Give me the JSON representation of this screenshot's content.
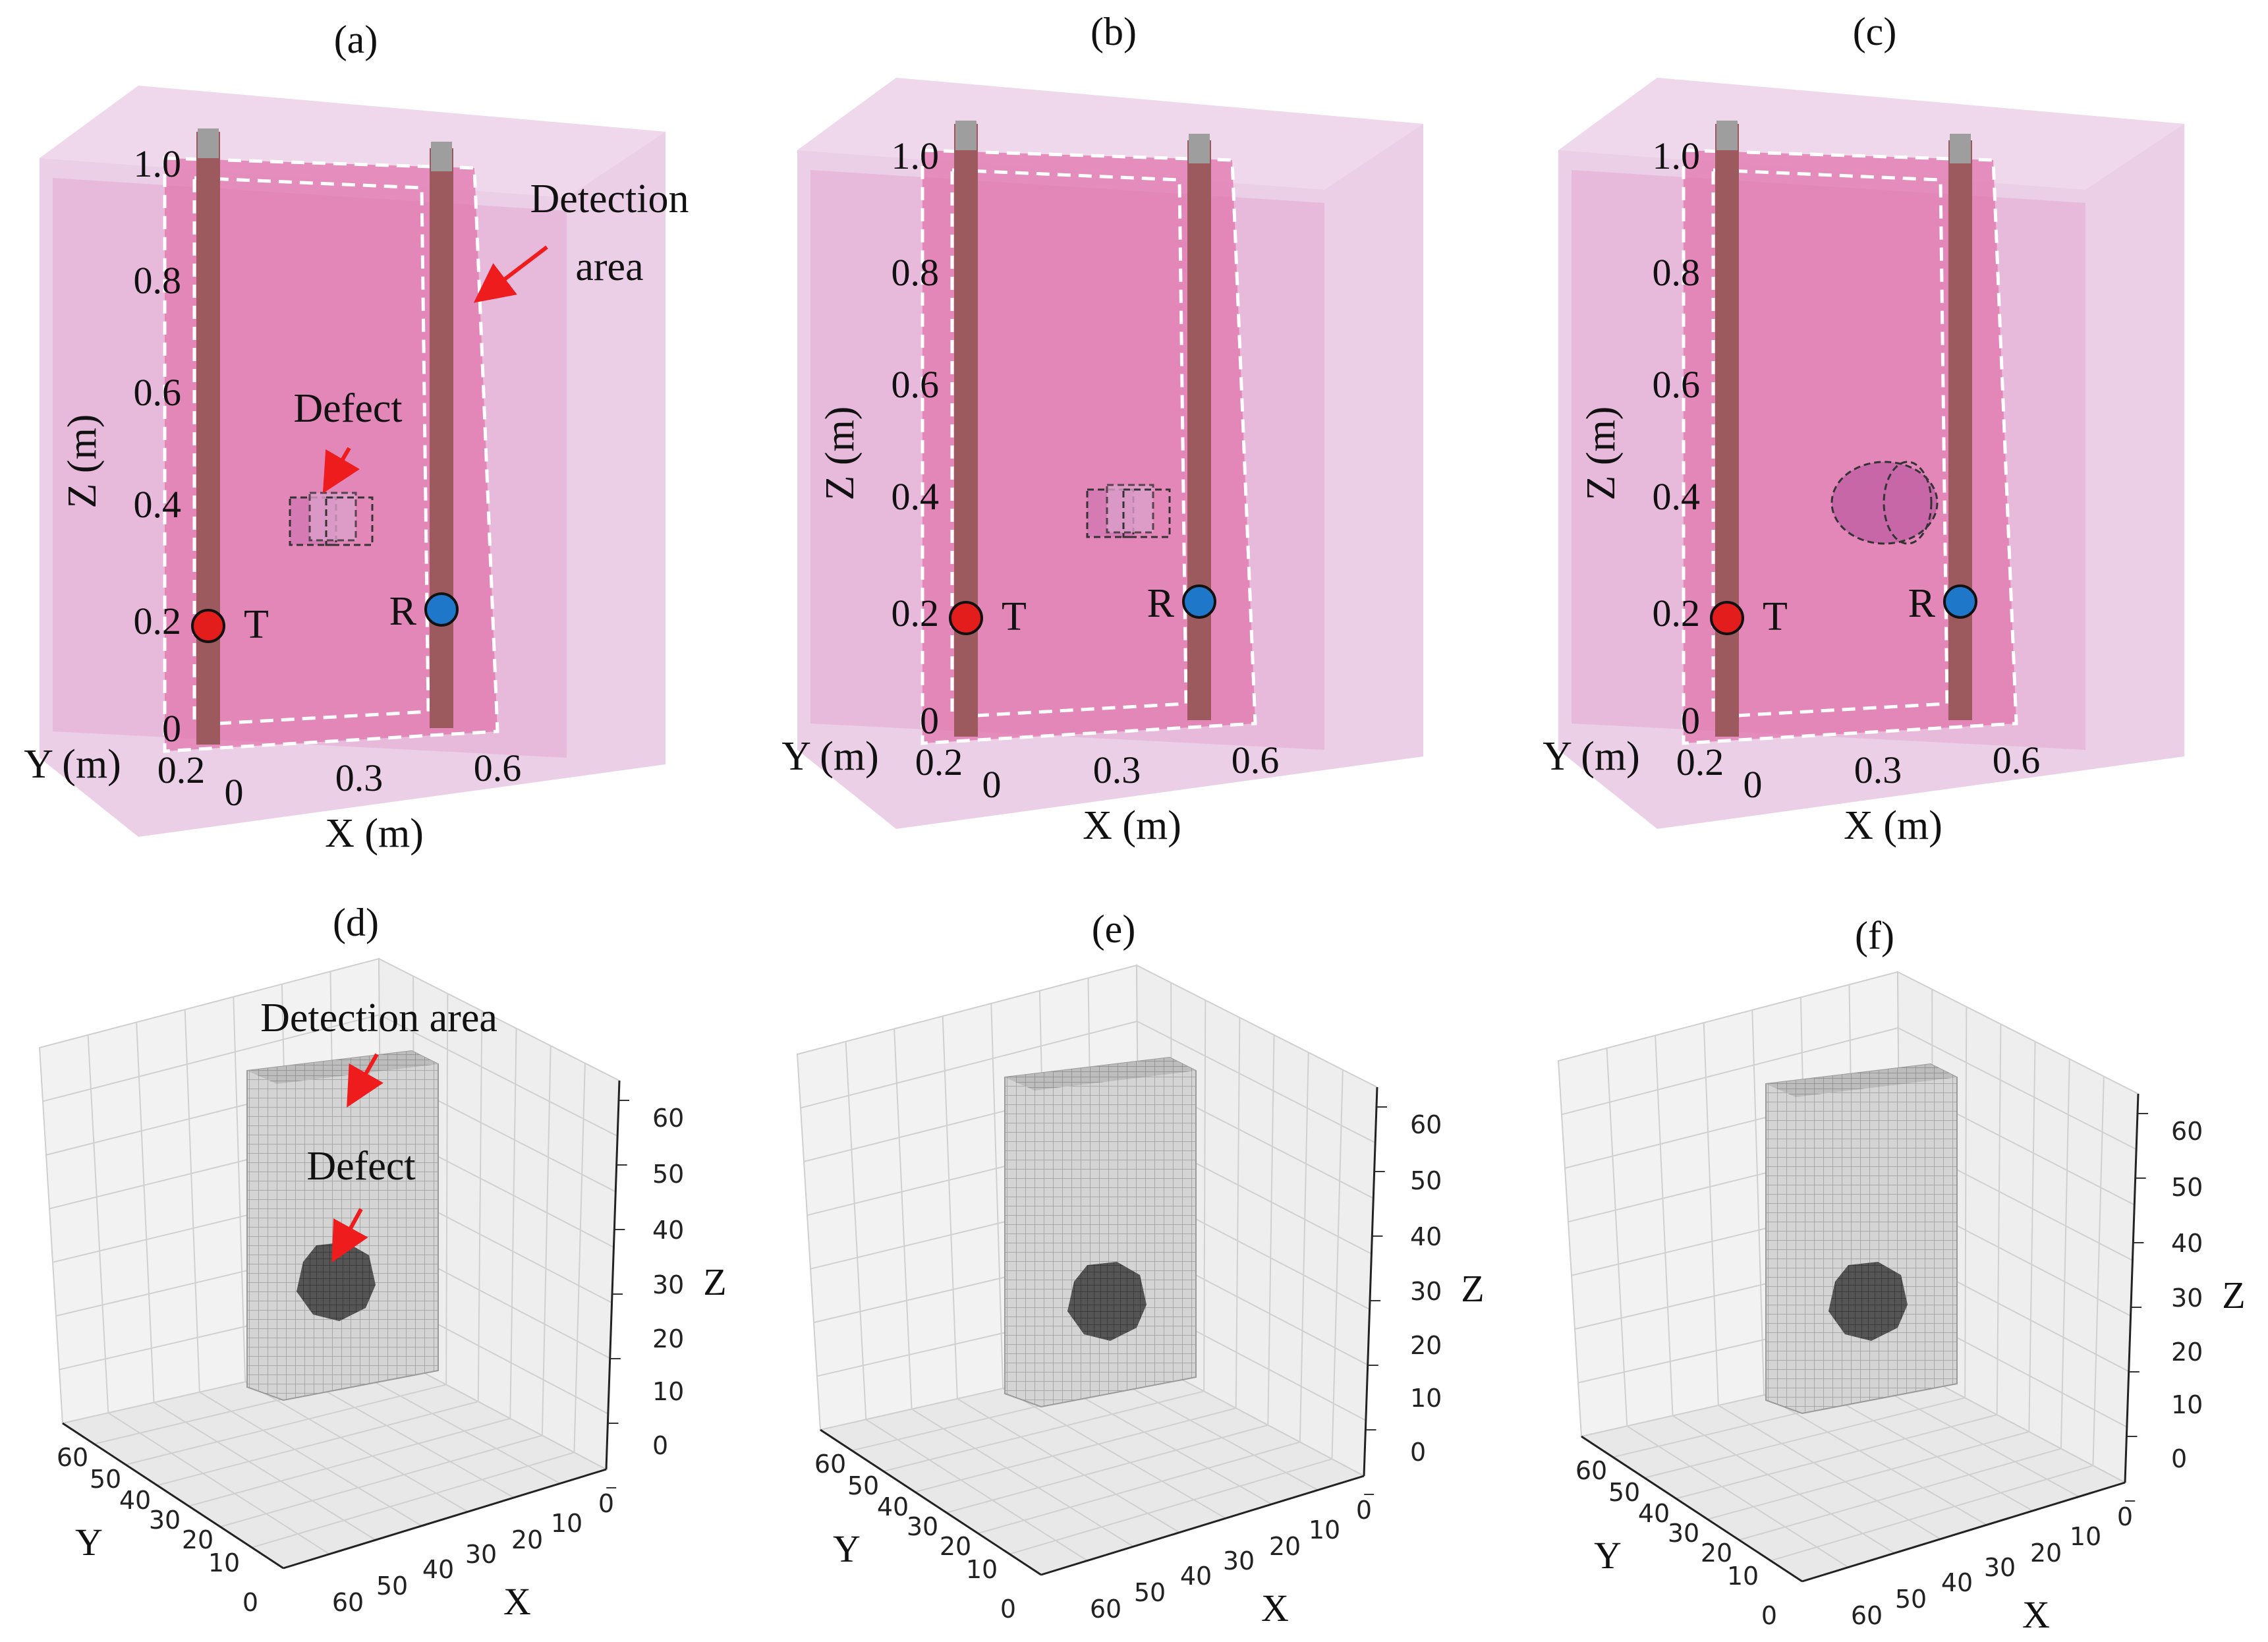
{
  "panels_top": [
    {
      "label": "(a)",
      "z_ticks": [
        "1.0",
        "0.8",
        "0.6",
        "0.4",
        "0.2",
        "0"
      ],
      "z_axis_label": "Z (m)",
      "y_axis_label": "Y (m)",
      "y_tick": "0.2",
      "x_ticks": [
        "0",
        "0.3",
        "0.6"
      ],
      "x_axis_label": "X (m)",
      "transmitter": "T",
      "receiver": "R",
      "defect_label": "Defect",
      "detection_label_line1": "Detection",
      "detection_label_line2": "area",
      "defect_shape": "cube"
    },
    {
      "label": "(b)",
      "z_ticks": [
        "1.0",
        "0.8",
        "0.6",
        "0.4",
        "0.2",
        "0"
      ],
      "z_axis_label": "Z (m)",
      "y_axis_label": "Y (m)",
      "y_tick": "0.2",
      "x_ticks": [
        "0",
        "0.3",
        "0.6"
      ],
      "x_axis_label": "X (m)",
      "transmitter": "T",
      "receiver": "R",
      "defect_shape": "cube"
    },
    {
      "label": "(c)",
      "z_ticks": [
        "1.0",
        "0.8",
        "0.6",
        "0.4",
        "0.2",
        "0"
      ],
      "z_axis_label": "Z (m)",
      "y_axis_label": "Y (m)",
      "y_tick": "0.2",
      "x_ticks": [
        "0",
        "0.3",
        "0.6"
      ],
      "x_axis_label": "X (m)",
      "transmitter": "T",
      "receiver": "R",
      "defect_shape": "cylinder"
    }
  ],
  "panels_bottom": [
    {
      "label": "(d)",
      "z_ticks": [
        "60",
        "50",
        "40",
        "30",
        "20",
        "10",
        "0"
      ],
      "y_ticks": [
        "60",
        "50",
        "40",
        "30",
        "20",
        "10",
        "0"
      ],
      "x_ticks": [
        "60",
        "50",
        "40",
        "30",
        "20",
        "10",
        "0"
      ],
      "z_label": "Z",
      "y_label": "Y",
      "x_label": "X",
      "detection_label": "Detection area",
      "defect_label": "Defect"
    },
    {
      "label": "(e)",
      "z_ticks": [
        "60",
        "50",
        "40",
        "30",
        "20",
        "10",
        "0"
      ],
      "y_ticks": [
        "60",
        "50",
        "40",
        "30",
        "20",
        "10",
        "0"
      ],
      "x_ticks": [
        "60",
        "50",
        "40",
        "30",
        "20",
        "10",
        "0"
      ],
      "z_label": "Z",
      "y_label": "Y",
      "x_label": "X"
    },
    {
      "label": "(f)",
      "z_ticks": [
        "60",
        "50",
        "40",
        "30",
        "20",
        "10",
        "0"
      ],
      "y_ticks": [
        "60",
        "50",
        "40",
        "30",
        "20",
        "10",
        "0"
      ],
      "x_ticks": [
        "60",
        "50",
        "40",
        "30",
        "20",
        "10",
        "0"
      ],
      "z_label": "Z",
      "y_label": "Y",
      "x_label": "X"
    }
  ],
  "colors": {
    "outer_box": "#e6c7e3",
    "inner_box": "#e487b8",
    "detection_area": "#e27ab0",
    "borehole": "#9c5a5e",
    "transmitter": "#e31c1c",
    "receiver": "#1f77c9",
    "arrow": "#ee1c1c",
    "voxel_gray": "#bdbdbd",
    "defect_gray": "#555555"
  }
}
